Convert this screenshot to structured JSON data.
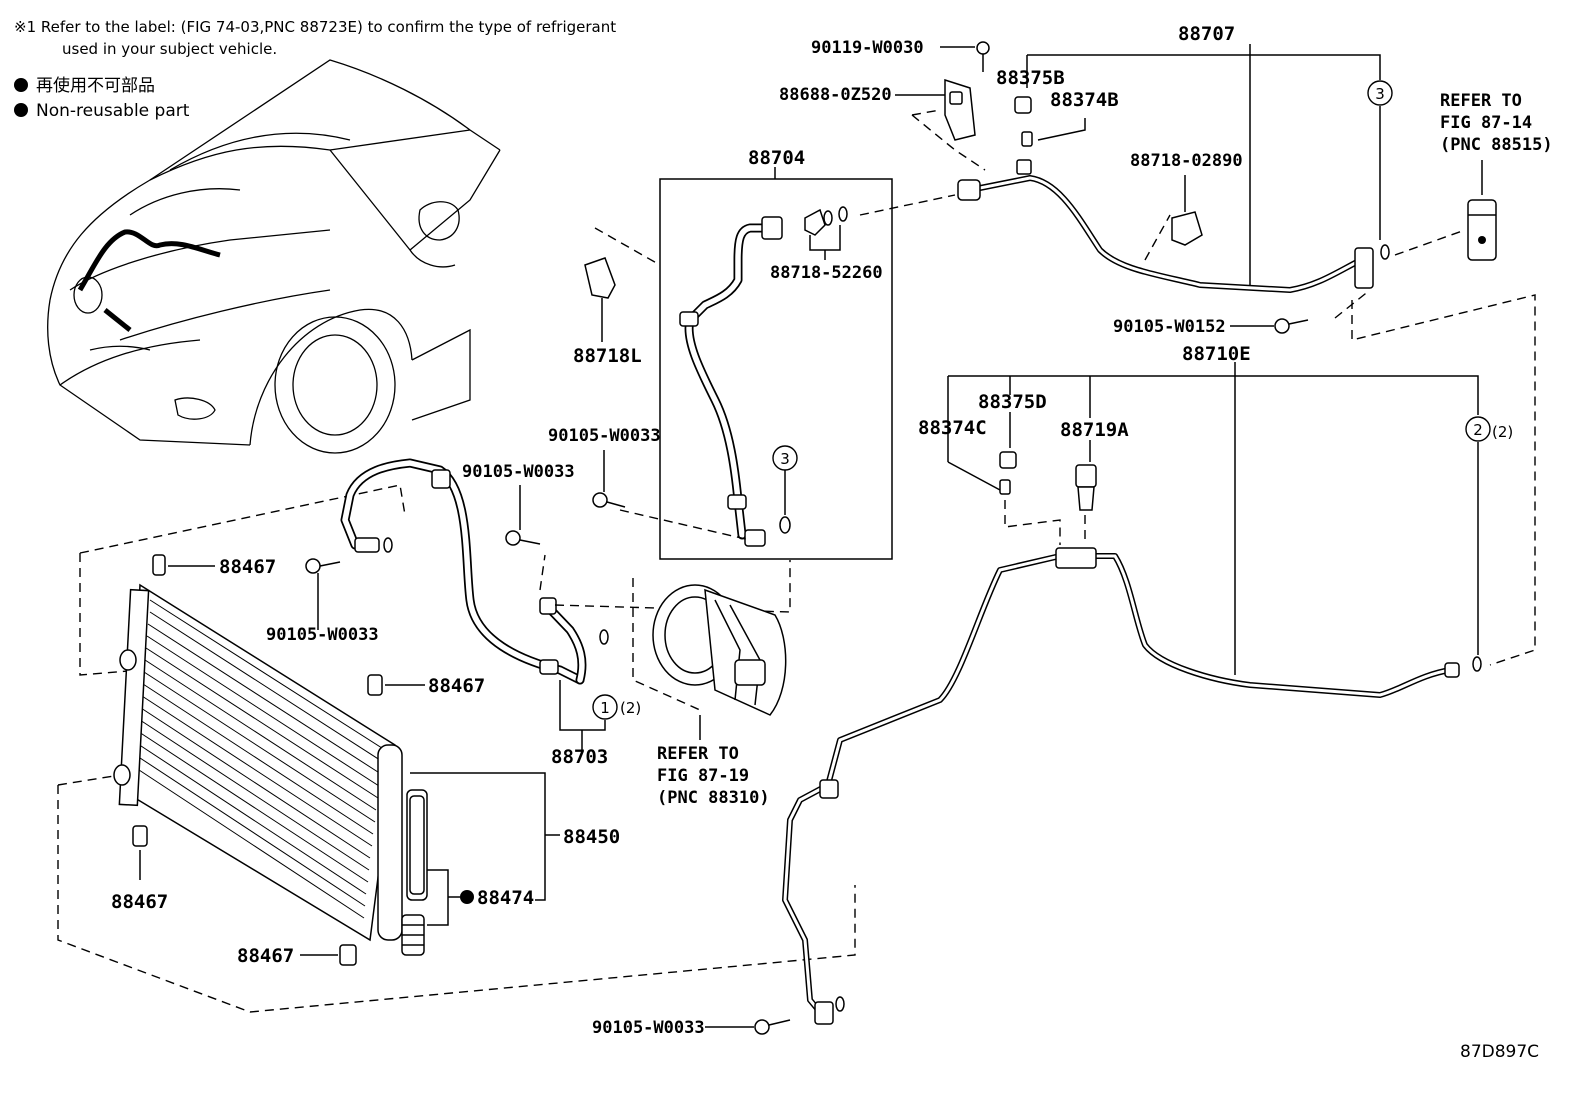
{
  "notes": {
    "refrigerant_note_line1": "※1 Refer to the label: (FIG 74-03,PNC 88723E) to confirm the type of refrigerant",
    "refrigerant_note_line2": "used in your subject vehicle.",
    "legend_jp": "再使用不可部品",
    "legend_en": "Non-reusable part"
  },
  "labels": {
    "p90119": "90119-W0030",
    "p88707": "88707",
    "p88688": "88688-0Z520",
    "p88375B": "88375B",
    "p88374B": "88374B",
    "p88704": "88704",
    "p88718_02890": "88718-02890",
    "p88718_52260": "88718-52260",
    "p88718L": "88718L",
    "p90105_W0152": "90105-W0152",
    "p88710E": "88710E",
    "p88375D": "88375D",
    "p88374C": "88374C",
    "p88719A": "88719A",
    "p90105_W0033_a": "90105-W0033",
    "p90105_W0033_b": "90105-W0033",
    "p90105_W0033_c": "90105-W0033",
    "p90105_W0033_d": "90105-W0033",
    "p88467_a": "88467",
    "p88467_b": "88467",
    "p88467_c": "88467",
    "p88467_d": "88467",
    "p88703": "88703",
    "p88450": "88450",
    "p88474": "88474",
    "diagram_code": "87D897C"
  },
  "refer": {
    "r1_line1": "REFER TO",
    "r1_line2": "FIG 87-14",
    "r1_line3": "(PNC 88515)",
    "r2_line1": "REFER TO",
    "r2_line2": "FIG 87-19",
    "r2_line3": "(PNC 88310)"
  },
  "callouts": {
    "c1": "1",
    "c2": "2",
    "c3a": "3",
    "c3b": "3",
    "qty1": "(2)",
    "qty2": "(2)"
  }
}
